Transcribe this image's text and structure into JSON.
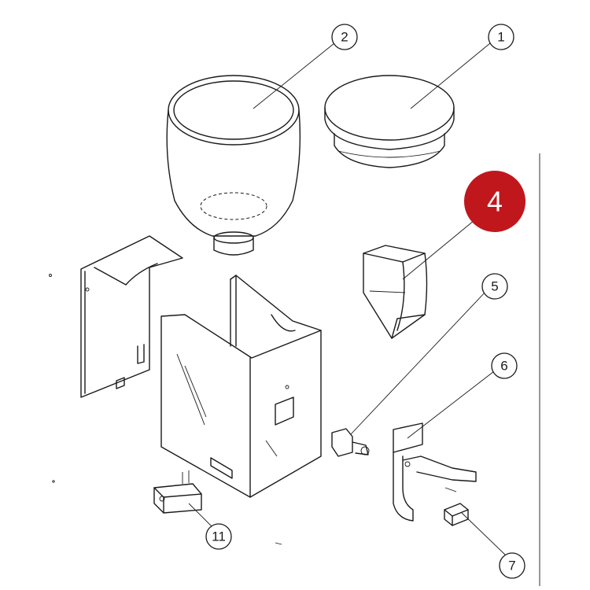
{
  "callouts": [
    {
      "id": "c1",
      "label": "1"
    },
    {
      "id": "c2",
      "label": "2"
    },
    {
      "id": "c4",
      "label": "4"
    },
    {
      "id": "c5",
      "label": "5"
    },
    {
      "id": "c6",
      "label": "6"
    },
    {
      "id": "c7",
      "label": "7"
    },
    {
      "id": "c11",
      "label": "11"
    }
  ],
  "colors": {
    "highlight": "#c0171d",
    "line": "#1a1a1a"
  }
}
